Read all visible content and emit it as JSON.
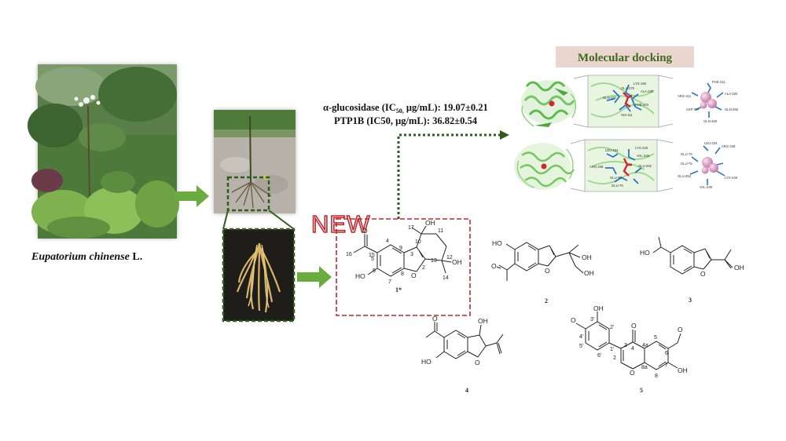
{
  "species": {
    "genus": "Eupatorium chinense",
    "author": "L."
  },
  "badge": "NEW",
  "docking_title": "Molecular docking",
  "activity": {
    "line1_pre": "α-glucosidase (IC",
    "line1_sub": "50,",
    "line1_post": " μg/mL): 19.07±0.21",
    "line2": "PTP1B (IC50, μg/mL): 36.82±0.54"
  },
  "compound_labels": [
    "1*",
    "2",
    "3",
    "4",
    "5"
  ],
  "compound1_atoms": {
    "c17": "17",
    "oh10": "OH",
    "c11": "11",
    "c10": "10",
    "c3": "3",
    "c9": "9",
    "c4": "4",
    "c5": "5",
    "c15": "15",
    "c16": "16",
    "o": "O",
    "c12": "12",
    "c13": "13",
    "oh13": "OH",
    "c14": "14",
    "c2": "2",
    "c8": "8",
    "c6": "6",
    "c7": "7",
    "ho6": "HO",
    "oring": "O"
  },
  "compound2_atoms": {
    "ho": "HO",
    "o": "O",
    "ring_o": "O",
    "oh1": "OH",
    "oh2": "OH"
  },
  "compound3_atoms": {
    "ho": "HO",
    "ring_o": "O",
    "oh": "OH"
  },
  "compound4_atoms": {
    "o": "O",
    "oh": "OH",
    "ho": "HO",
    "ring_o": "O"
  },
  "compound5_atoms": {
    "oh3p": "OH",
    "c3p": "3'",
    "c2p": "2'",
    "o_me4p": "O",
    "c4p": "4'",
    "c5p": "5'",
    "c6p": "6'",
    "c1p": "1'",
    "c3": "3",
    "c2": "2",
    "o4": "O",
    "c4": "4",
    "c4a": "4a",
    "c5": "5",
    "c6": "6",
    "o_me6": "O",
    "c7": "7",
    "oh7": "OH",
    "c8": "8",
    "c8a": "8a",
    "o1": "O"
  },
  "docking_residues_top": {
    "mid": [
      "GLU-276",
      "LYS-156",
      "ALA-200",
      "GLN-182",
      "PHE-303",
      "HIS-111"
    ],
    "right": [
      "PHE-311",
      "ARG-411",
      "ALA-200",
      "ASP-307",
      "GLN-256",
      "GLN-328"
    ]
  },
  "docking_residues_bottom": {
    "mid": [
      "LEU-234",
      "LYS-248",
      "VAL-249",
      "ARG-238",
      "GLU-252",
      "GLU-76",
      "GLU-75"
    ],
    "right": [
      "LEU-234",
      "ARG-238",
      "GLU-76",
      "GLU-75",
      "GLU-252",
      "LYS-248",
      "VAL-249"
    ]
  },
  "colors": {
    "green_arrow": "#6aad3e",
    "dark_green": "#2f5e1c",
    "dashed_red": "#c0282d",
    "title_bg": "#ead5cf",
    "new_fill": "#ffffff",
    "new_stroke": "#c0282d",
    "protein_green": "#8ed27a",
    "ligand_red": "#d4262b",
    "residue_blue": "#2b73c8",
    "ligand_pink": "#e0a1c8"
  }
}
